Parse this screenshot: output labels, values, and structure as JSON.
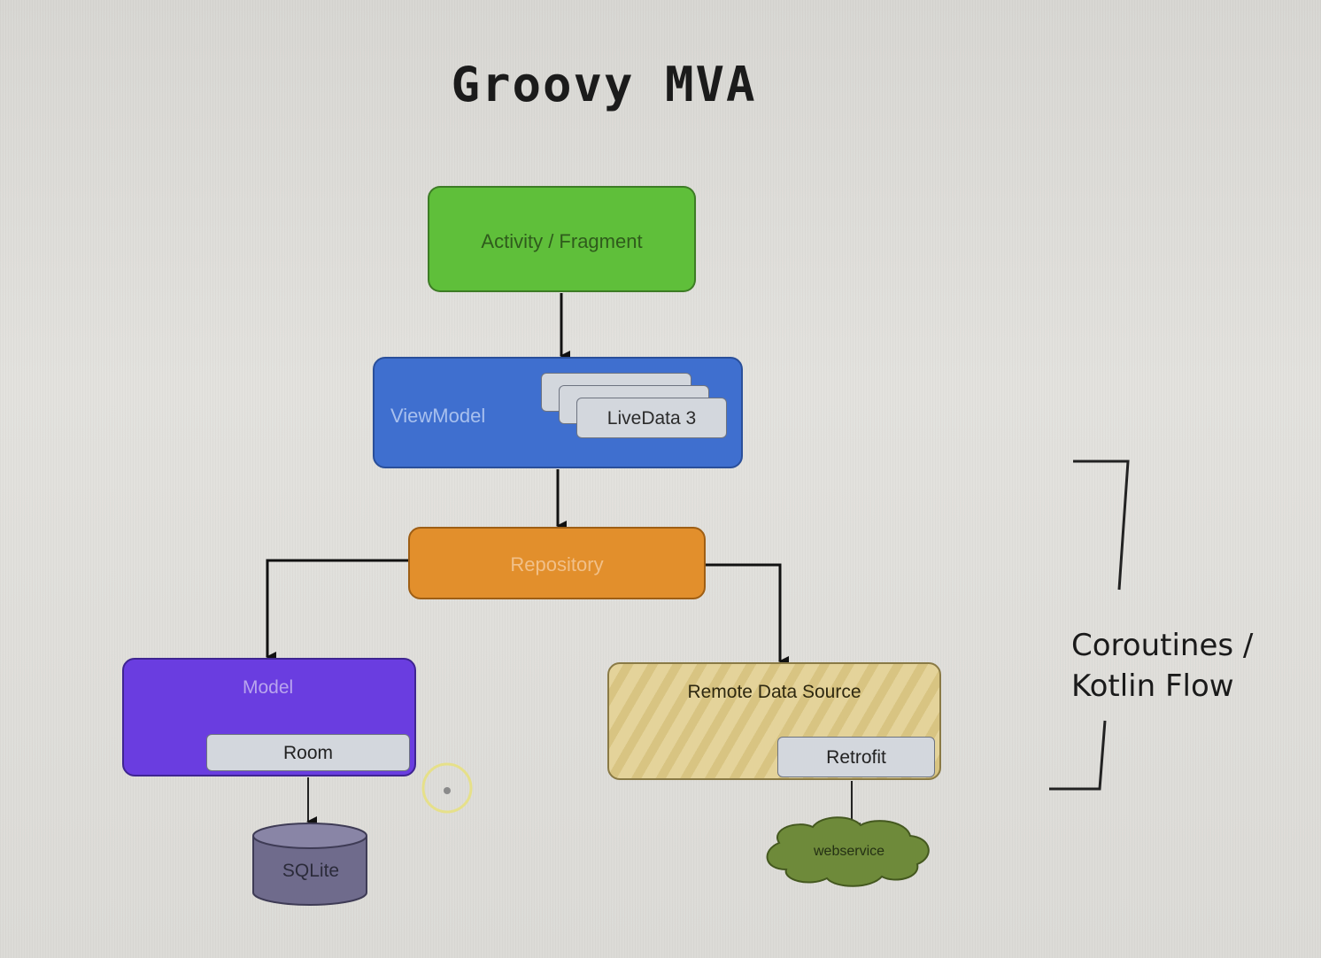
{
  "title": "Groovy MVA",
  "nodes": {
    "activity": "Activity / Fragment",
    "viewmodel": "ViewModel",
    "livedata": "LiveData 3",
    "repository": "Repository",
    "model": "Model",
    "room": "Room",
    "sqlite": "SQLite",
    "remote": "Remote Data Source",
    "retrofit": "Retrofit",
    "webservice": "webservice"
  },
  "bracket_label": {
    "line1": "Coroutines /",
    "line2": "Kotlin Flow"
  },
  "colors": {
    "activity": "#5fbf3a",
    "viewmodel": "#3f6fcf",
    "repository": "#e28f2c",
    "model": "#6a3de0",
    "remote": "#e4d39a",
    "sqlite": "#6f6b8c",
    "webservice": "#6e8a3a"
  }
}
